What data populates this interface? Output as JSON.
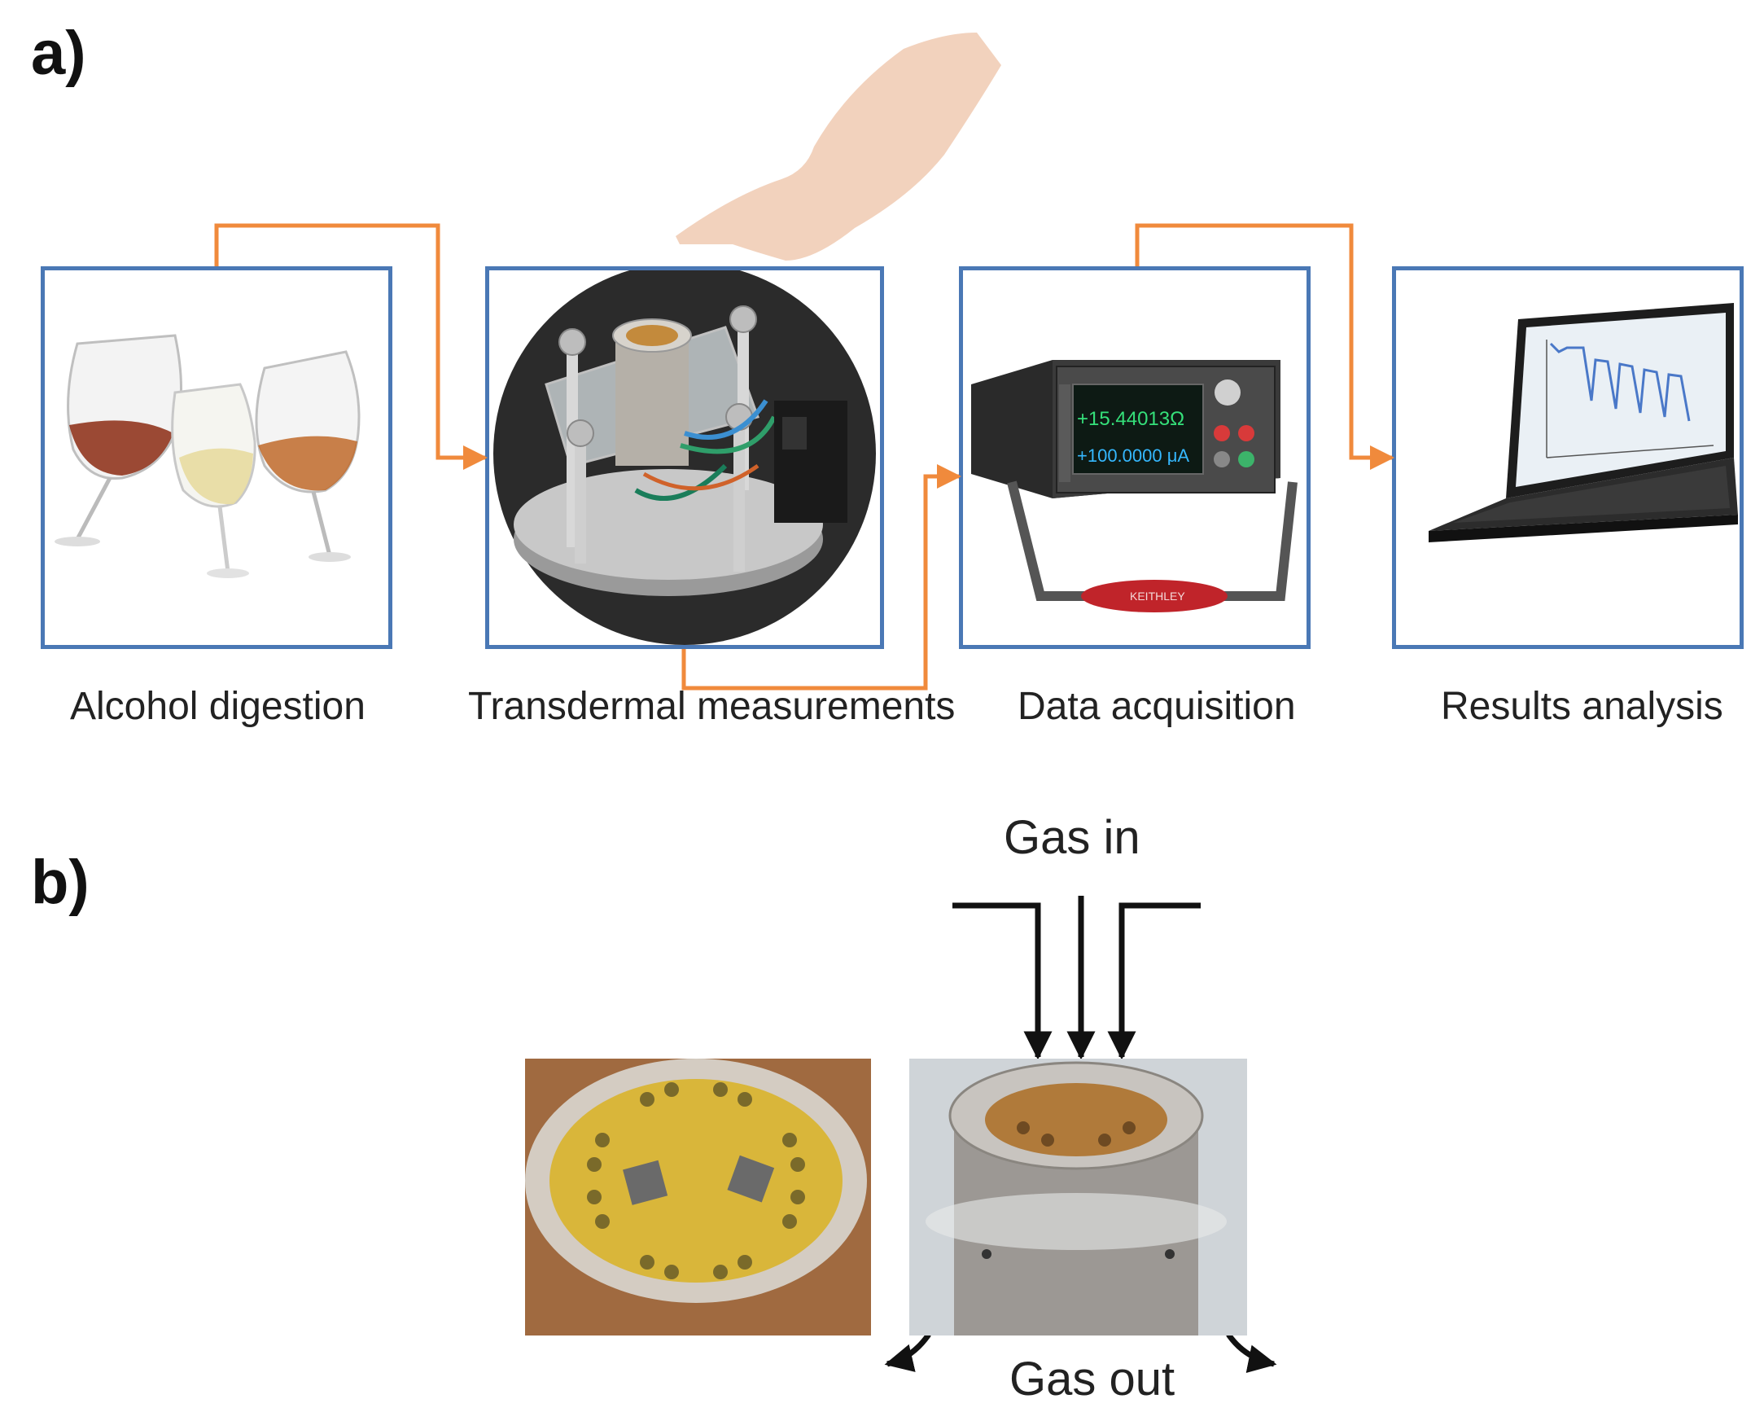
{
  "panel_a": {
    "letter": "a)",
    "steps": [
      {
        "id": "alcohol",
        "label": "Alcohol digestion"
      },
      {
        "id": "transdermal",
        "label": "Transdermal measurements"
      },
      {
        "id": "acquisition",
        "label": "Data acquisition"
      },
      {
        "id": "analysis",
        "label": "Results analysis"
      }
    ],
    "meter_display": {
      "line1": "+15.44013Ω",
      "line2": "+100.0000 μA",
      "brand": "KEITHLEY"
    }
  },
  "panel_b": {
    "letter": "b)",
    "gas_in": "Gas in",
    "gas_out": "Gas out"
  },
  "colors": {
    "box_border": "#4a78b5",
    "connector": "#f08a3c",
    "arrow": "#111111"
  }
}
